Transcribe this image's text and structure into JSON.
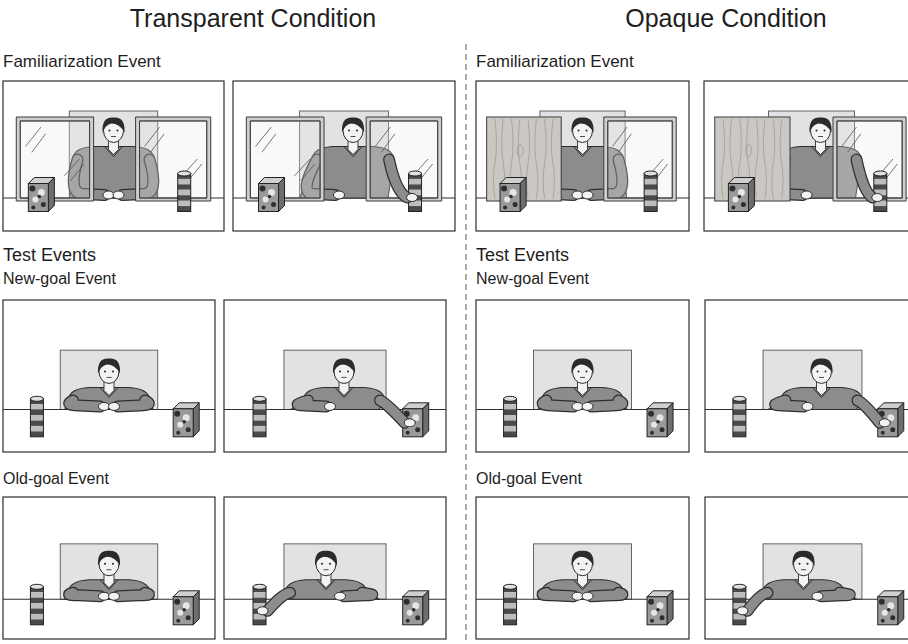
{
  "diagram": {
    "labels": [
      "Transparent Condition",
      "Opaque Condition",
      "Familiarization Event",
      "Familiarization Event",
      "Test Events",
      "Test Events",
      "New-goal Event",
      "New-goal Event",
      "Old-goal Event",
      "Old-goal Event"
    ]
  }
}
